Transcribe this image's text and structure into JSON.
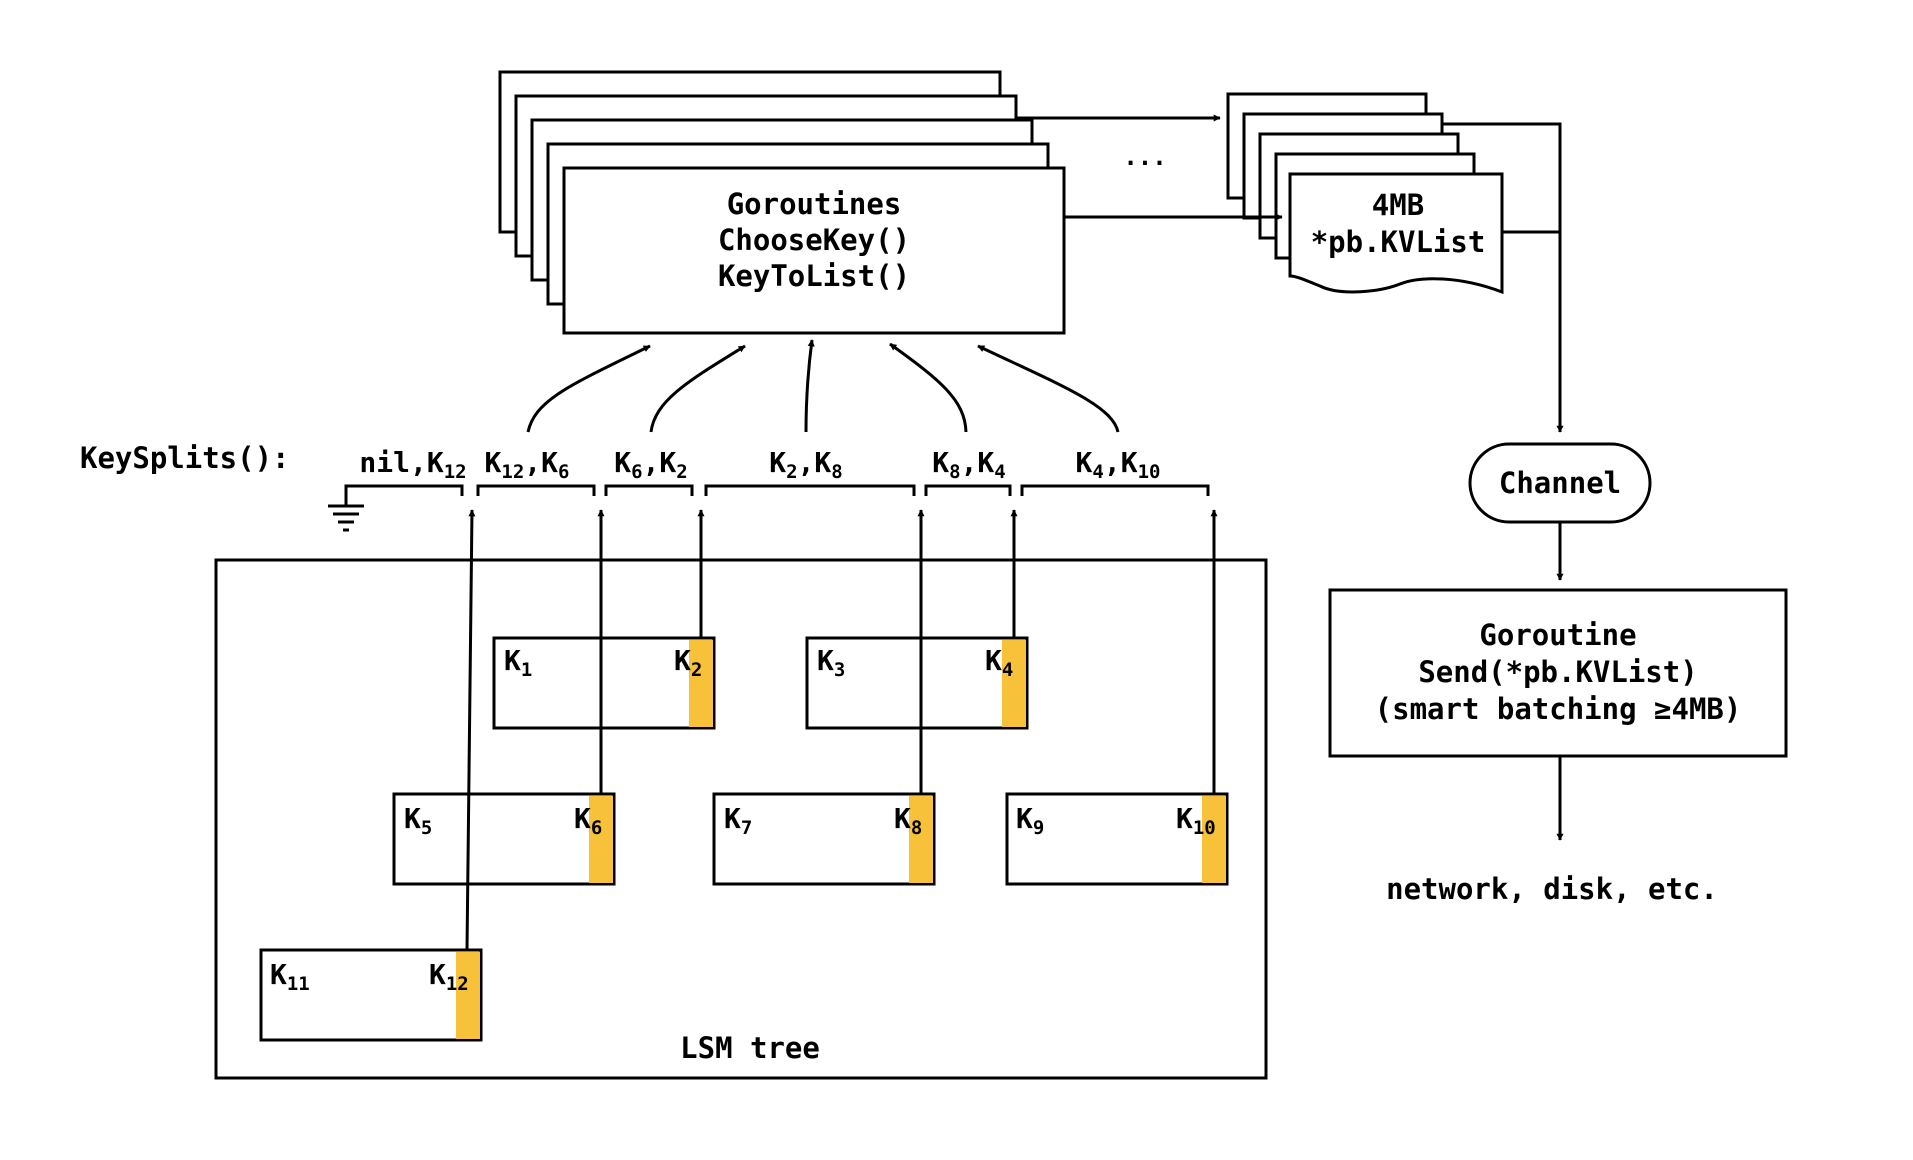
{
  "goroutines": {
    "line1": "Goroutines",
    "line2": "ChooseKey()",
    "line3": "KeyToList()"
  },
  "ellipsis": "...",
  "kvlist": {
    "line1": "4MB",
    "line2": "*pb.KVList"
  },
  "keysplits": {
    "label": "KeySplits():",
    "ranges": [
      {
        "a": "nil",
        "b": "K",
        "b_sub": "12"
      },
      {
        "a": "K",
        "a_sub": "12",
        "b": "K",
        "b_sub": "6"
      },
      {
        "a": "K",
        "a_sub": "6",
        "b": "K",
        "b_sub": "2"
      },
      {
        "a": "K",
        "a_sub": "2",
        "b": "K",
        "b_sub": "8"
      },
      {
        "a": "K",
        "a_sub": "8",
        "b": "K",
        "b_sub": "4"
      },
      {
        "a": "K",
        "a_sub": "4",
        "b": "K",
        "b_sub": "10"
      }
    ]
  },
  "channel": "Channel",
  "sender": {
    "line1": "Goroutine",
    "line2": "Send(*pb.KVList)",
    "line3": "(smart batching ≥4MB)"
  },
  "output": "network, disk, etc.",
  "lsm": {
    "label": "LSM tree",
    "tables": [
      {
        "left_sub": "1",
        "right_sub": "2"
      },
      {
        "left_sub": "3",
        "right_sub": "4"
      },
      {
        "left_sub": "5",
        "right_sub": "6"
      },
      {
        "left_sub": "7",
        "right_sub": "8"
      },
      {
        "left_sub": "9",
        "right_sub": "10"
      },
      {
        "left_sub": "11",
        "right_sub": "12"
      }
    ],
    "key_letter": "K"
  },
  "colors": {
    "accent": "#f7c23a",
    "stroke": "#000000",
    "background": "#ffffff"
  }
}
